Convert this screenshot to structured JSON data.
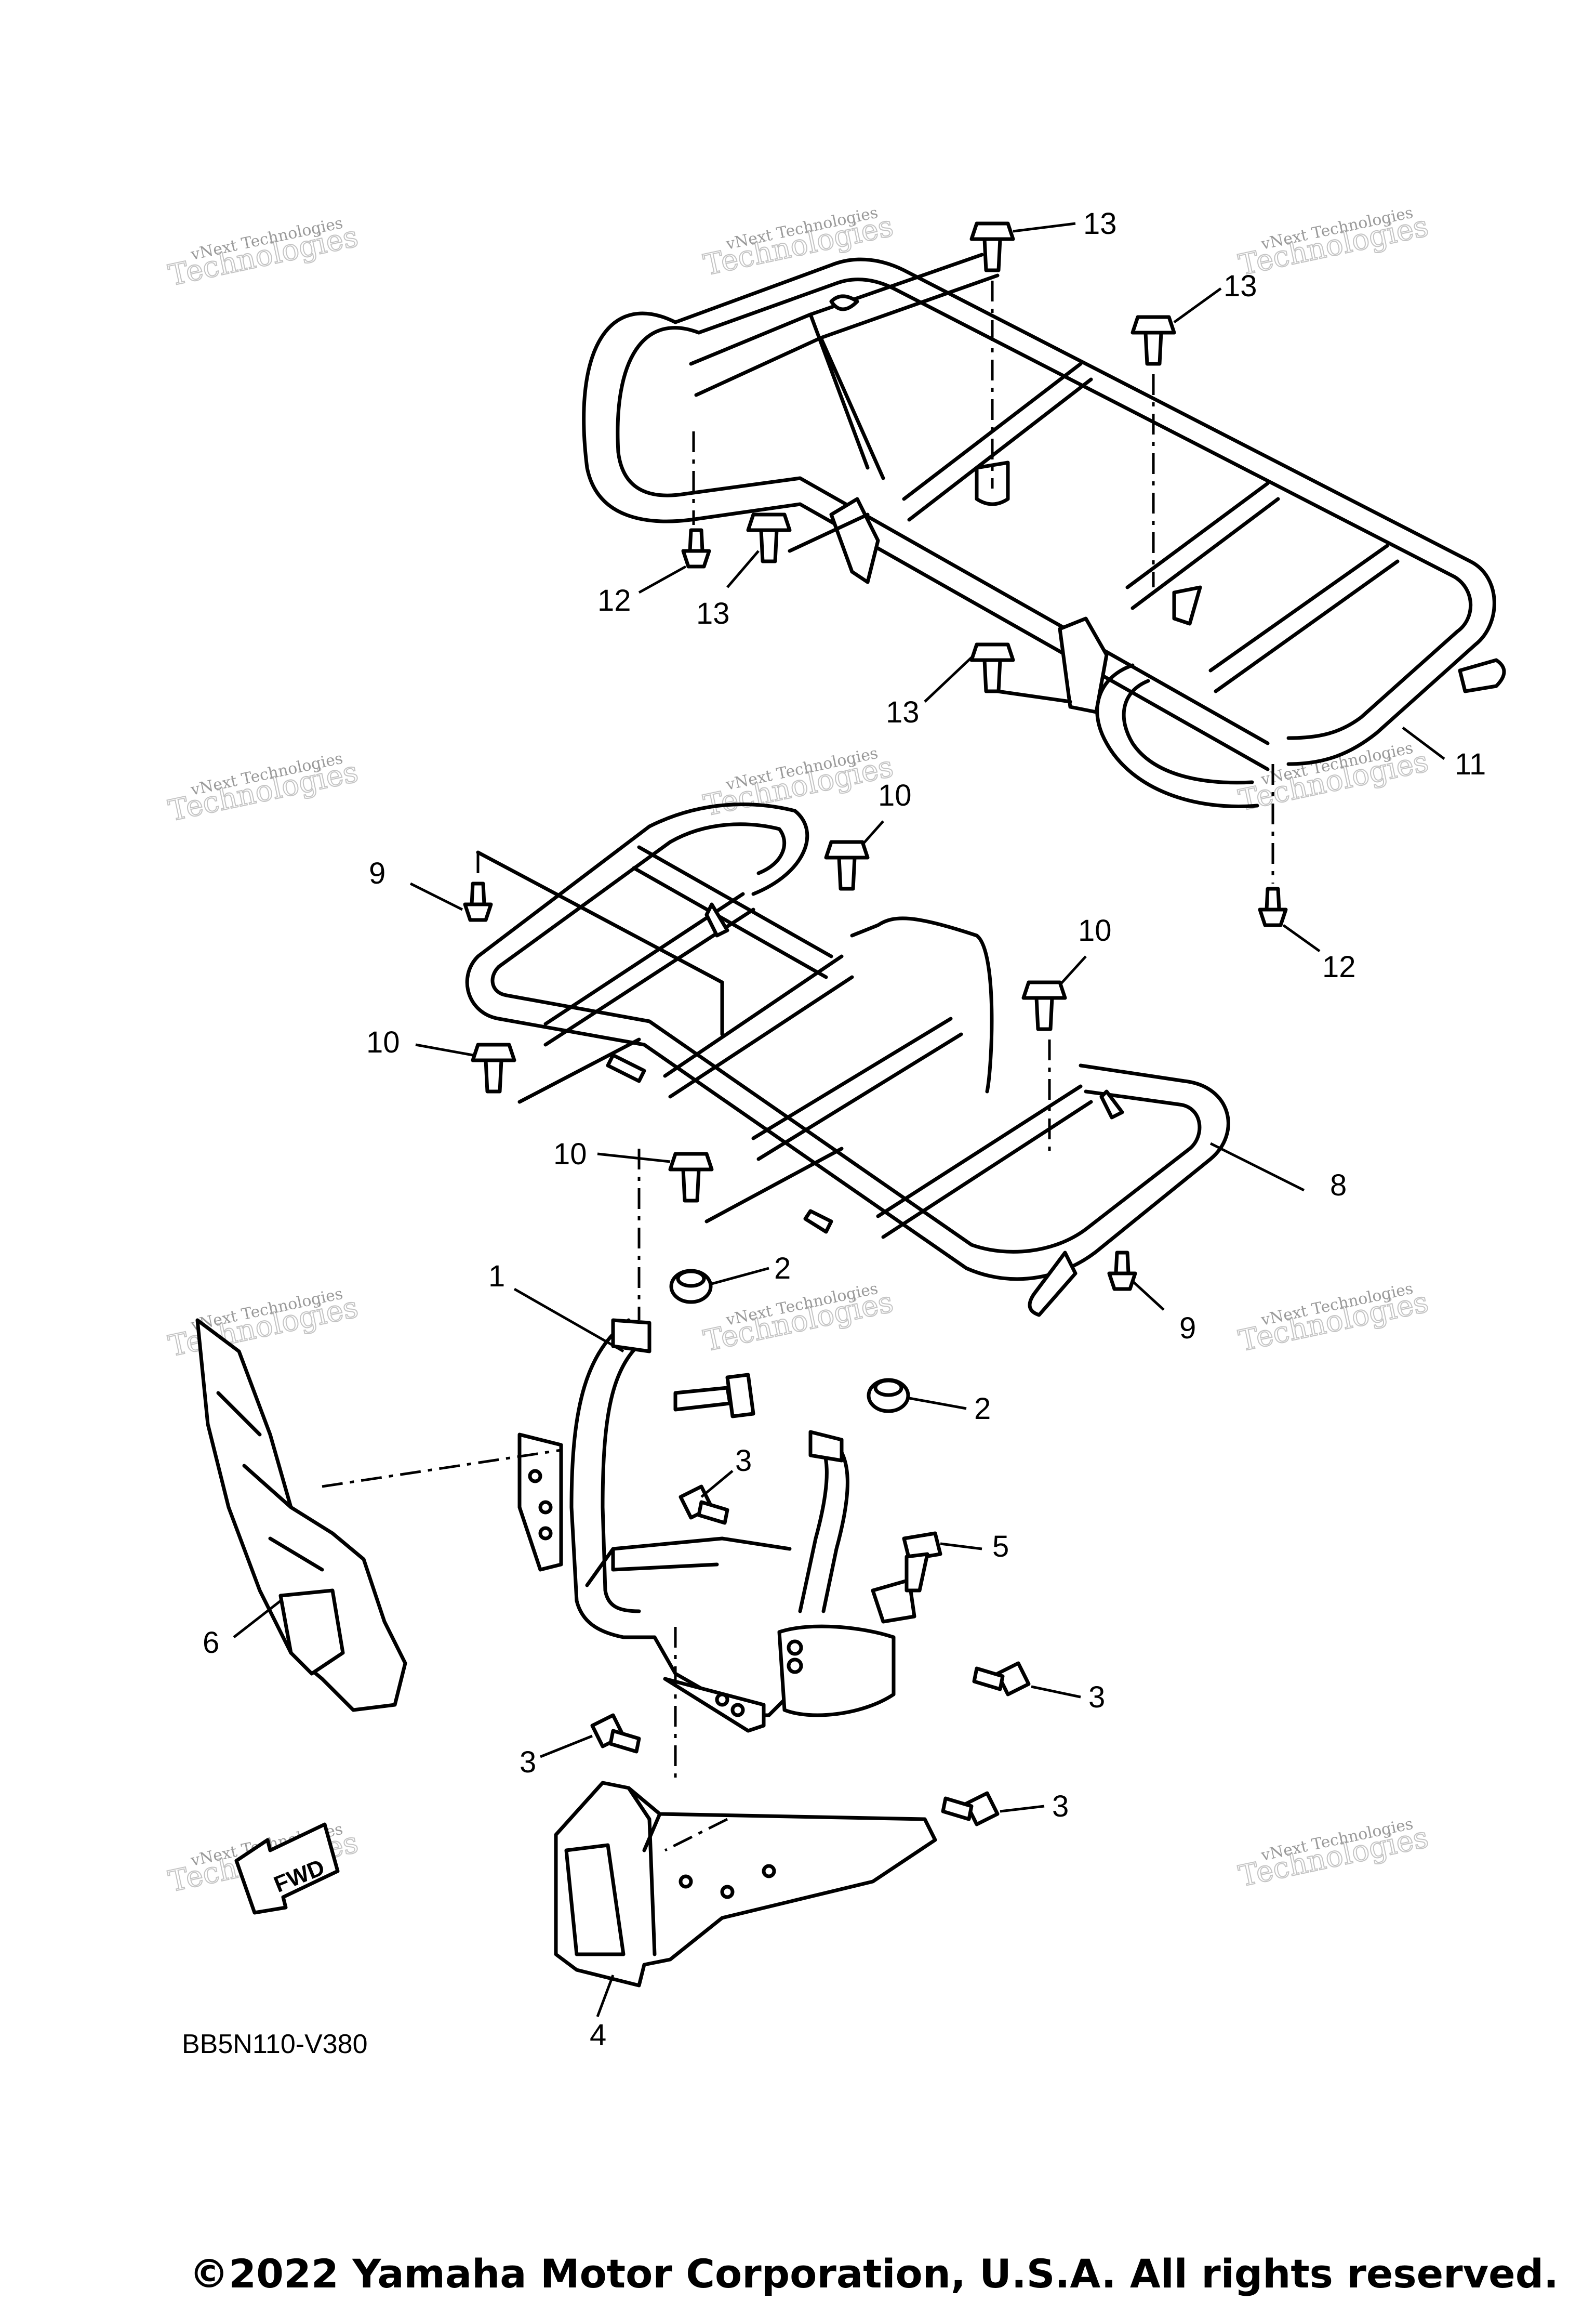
{
  "diagram": {
    "callouts": [
      "1",
      "2",
      "2",
      "3",
      "3",
      "3",
      "3",
      "4",
      "5",
      "6",
      "8",
      "9",
      "9",
      "10",
      "10",
      "10",
      "10",
      "11",
      "12",
      "12",
      "13",
      "13",
      "13",
      "13"
    ],
    "diagram_code": "BB5N110-V380",
    "fwd_label": "FWD",
    "watermark_line1": "vNext Technologies",
    "watermark_line2": "Technologies"
  },
  "footer": {
    "copyright": "©2022 Yamaha Motor Corporation, U.S.A. All rights reserved."
  }
}
